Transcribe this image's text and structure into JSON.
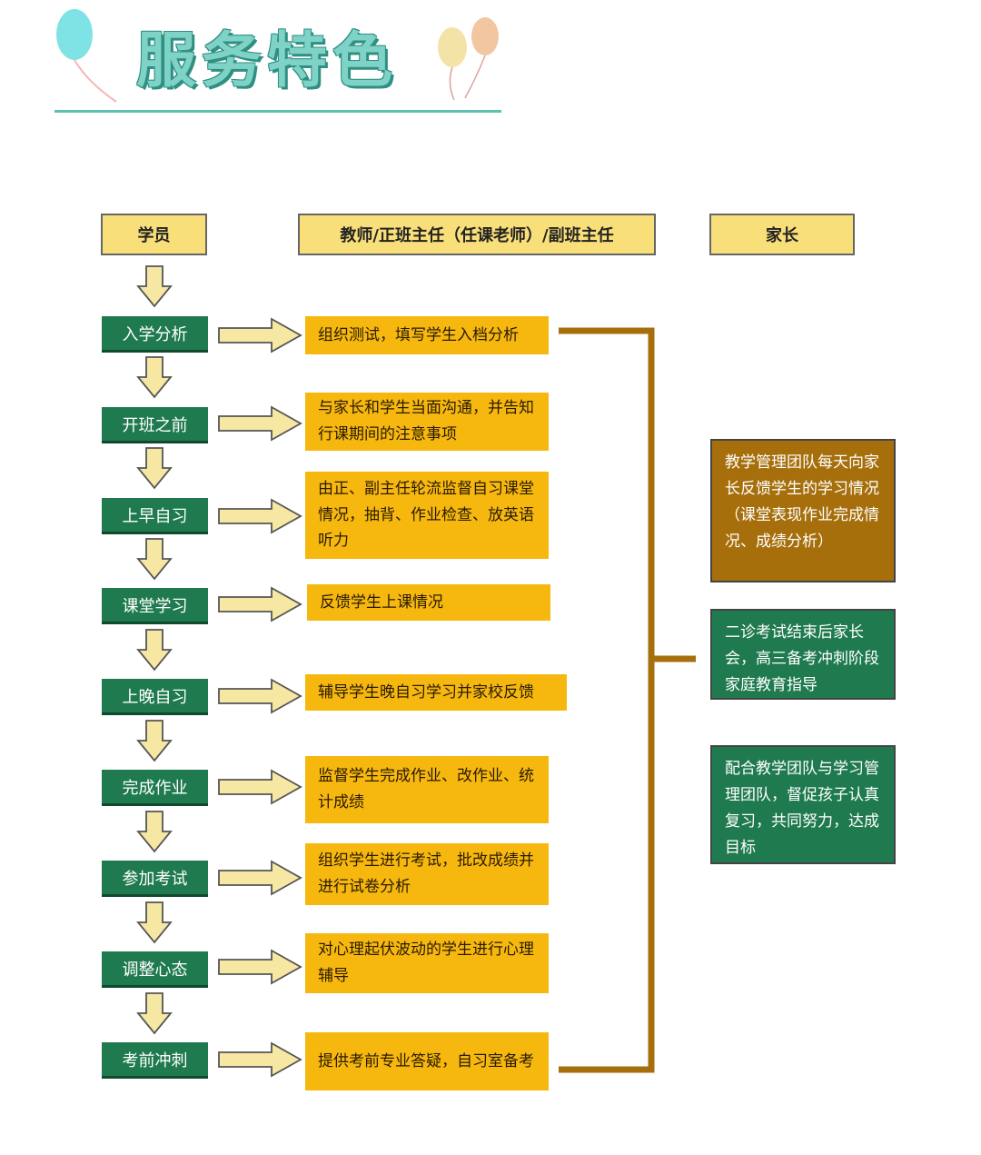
{
  "title": "服务特色",
  "headers": {
    "student": "学员",
    "teacher": "教师/正班主任（任课老师）/副班主任",
    "parent": "家长"
  },
  "steps": [
    {
      "label": "入学分析",
      "action": "组织测试，填写学生入档分析"
    },
    {
      "label": "开班之前",
      "action": "与家长和学生当面沟通，并告知行课期间的注意事项"
    },
    {
      "label": "上早自习",
      "action": "由正、副主任轮流监督自习课堂情况，抽背、作业检查、放英语听力"
    },
    {
      "label": "课堂学习",
      "action": "反馈学生上课情况"
    },
    {
      "label": "上晚自习",
      "action": "辅导学生晚自习学习并家校反馈"
    },
    {
      "label": "完成作业",
      "action": "监督学生完成作业、改作业、统计成绩"
    },
    {
      "label": "参加考试",
      "action": "组织学生进行考试，批改成绩并进行试卷分析"
    },
    {
      "label": "调整心态",
      "action": "对心理起伏波动的学生进行心理辅导"
    },
    {
      "label": "考前冲刺",
      "action": "提供考前专业答疑，自习室备考"
    }
  ],
  "parent_boxes": [
    "教学管理团队每天向家长反馈学生的学习情况（课堂表现作业完成情况、成绩分析）",
    "二诊考试结束后家长会，高三备考冲刺阶段家庭教育指导",
    "配合教学团队与学习管理团队，督促孩子认真复习，共同努力，达成目标"
  ],
  "colors": {
    "title": "#7ed3c6",
    "header_fill": "#f9df7a",
    "step_fill": "#1f7a4f",
    "action_fill": "#f6b80f",
    "bracket": "#a66f0c",
    "parent_brown": "#a66f0c",
    "parent_green": "#1f7a4f"
  }
}
